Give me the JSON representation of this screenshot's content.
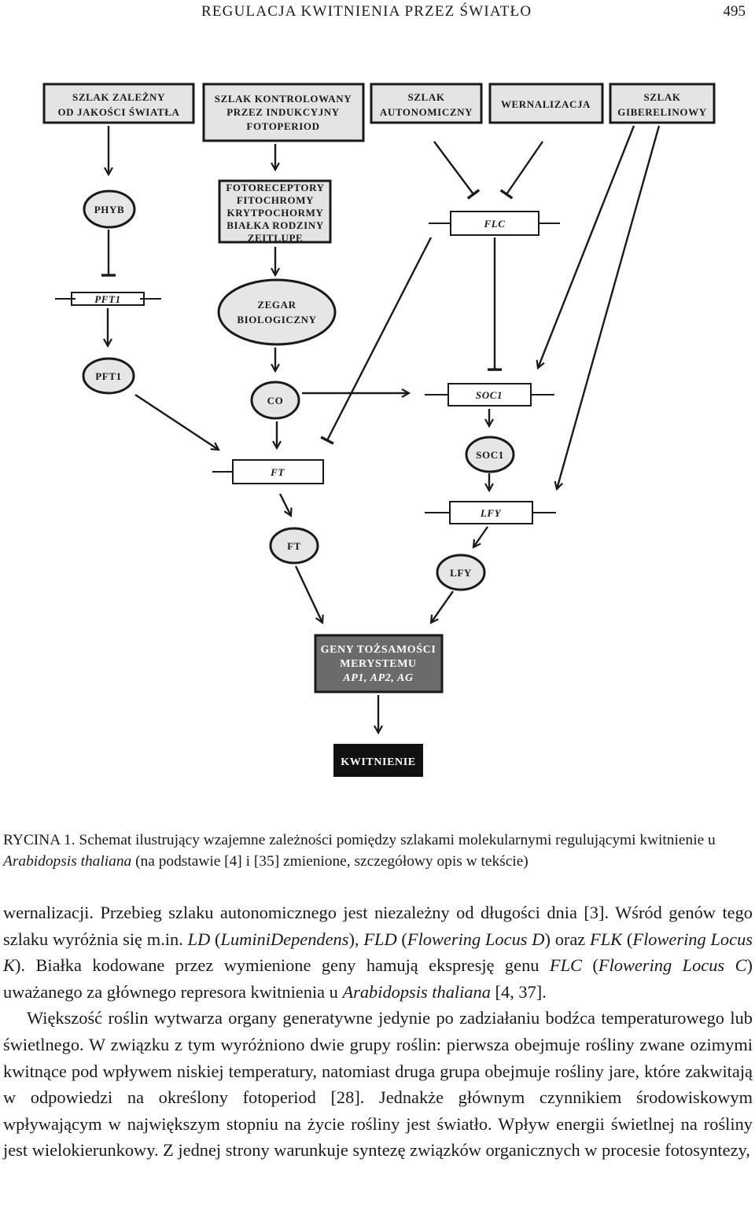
{
  "running_head": {
    "title": "REGULACJA KWITNIENIA PRZEZ ŚWIATŁO",
    "page_number": "495"
  },
  "figure": {
    "pathways": {
      "light_quality": [
        "SZLAK ZALEŻNY",
        "OD JAKOŚCI ŚWIATŁA"
      ],
      "photoperiod": [
        "SZLAK KONTROLOWANY",
        "PRZEZ INDUKCYJNY",
        "FOTOPERIOD"
      ],
      "autonomous": [
        "SZLAK",
        "AUTONOMICZNY"
      ],
      "vernalization": [
        "WERNALIZACJA"
      ],
      "gibberellin": [
        "SZLAK",
        "GIBERELINOWY"
      ]
    },
    "photoreceptors": [
      "FOTORECEPTORY",
      "FITOCHROMY",
      "KRYTPOCHORMY",
      "BIAŁKA RODZINY",
      "ZEITLUPE"
    ],
    "clock": [
      "ZEGAR",
      "BIOLOGICZNY"
    ],
    "nodes": {
      "phyb": "PHYB",
      "pft1_gene": "PFT1",
      "pft1_protein": "PFT1",
      "flc_gene": "FLC",
      "co": "CO",
      "soc1_gene": "SOC1",
      "soc1_protein": "SOC1",
      "ft_gene": "FT",
      "ft_protein": "FT",
      "lfy_gene": "LFY",
      "lfy_protein": "LFY"
    },
    "meristem": [
      "GENY TOŻSAMOŚCI",
      "MERYSTEMU",
      "AP1, AP2, AG"
    ],
    "flowering": "KWITNIENIE"
  },
  "caption": {
    "part1": "RYCINA 1. Schemat ilustrujący wzajemne zależności pomiędzy szlakami molekularnymi regulującymi kwitnienie u ",
    "species": "Arabidopsis thaliana",
    "part2": " (na podstawie [4] i [35] zmienione, szczegółowy opis w tekście)"
  },
  "body": {
    "p1": [
      {
        "t": "wernalizacji. Przebieg szlaku autonomicznego jest niezależny od długości dnia [3]. Wśród genów tego szlaku wyróżnia się m.in. "
      },
      {
        "t": "LD",
        "i": true
      },
      {
        "t": " ("
      },
      {
        "t": "LuminiDependens",
        "i": true
      },
      {
        "t": "), "
      },
      {
        "t": "FLD",
        "i": true
      },
      {
        "t": " ("
      },
      {
        "t": "Flowering Locus D",
        "i": true
      },
      {
        "t": ") oraz "
      },
      {
        "t": "FLK",
        "i": true
      },
      {
        "t": " ("
      },
      {
        "t": "Flowering Locus K",
        "i": true
      },
      {
        "t": "). Białka kodowane przez wymienione geny hamują ekspresję genu "
      },
      {
        "t": "FLC",
        "i": true
      },
      {
        "t": " ("
      },
      {
        "t": "Flowering Locus C",
        "i": true
      },
      {
        "t": ") uważanego za głównego represora kwitnienia u "
      },
      {
        "t": "Arabidopsis thaliana",
        "i": true
      },
      {
        "t": " [4, 37]."
      }
    ],
    "p2": "Większość roślin wytwarza organy generatywne jedynie po zadziałaniu bodźca temperaturowego lub świetlnego. W związku z tym wyróżniono dwie grupy roślin: pierwsza obejmuje rośliny zwane ozimymi kwitnące pod wpływem niskiej temperatury, natomiast druga grupa obejmuje rośliny jare, które zakwitają w odpowiedzi na określony fotoperiod [28]. Jednakże głównym czynnikiem środowiskowym wpływającym w największym stopniu na życie rośliny jest światło. Wpływ energii świetlnej na rośliny jest wielokierun­kowy. Z jednej strony warunkuje syntezę związków organicznych w procesie fotosyntezy,"
  },
  "colors": {
    "box_fill": "#e4e4e4",
    "ellipse_fill": "#e6e6e6",
    "meristem_fill": "#6b6b6b",
    "flowering_fill": "#111111",
    "ink": "#1a1a1a"
  }
}
